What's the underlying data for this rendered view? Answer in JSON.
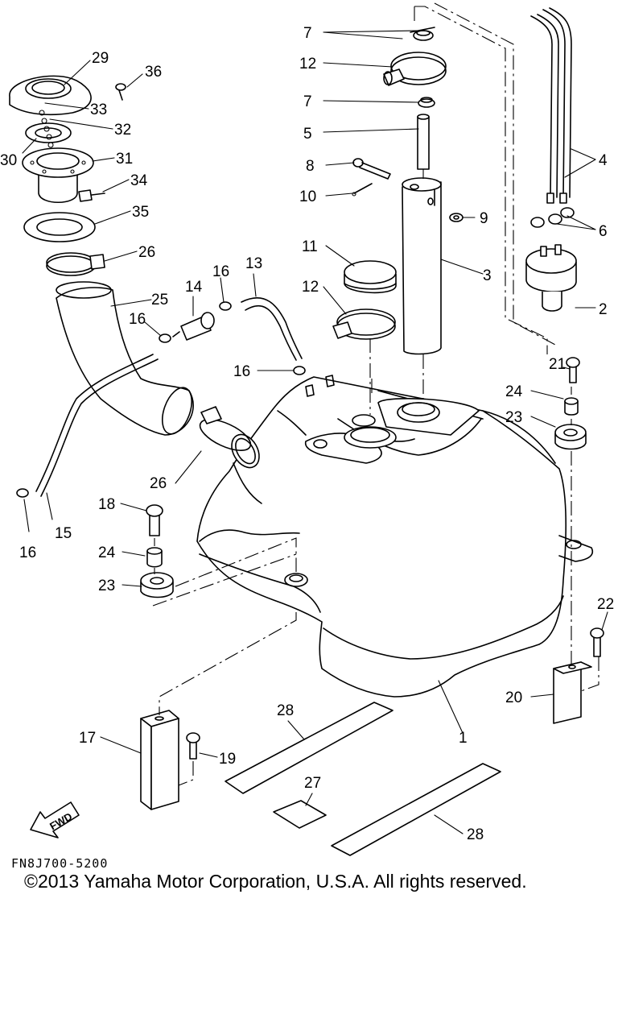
{
  "diagram": {
    "part_code": "FN8J700-5200",
    "copyright": "©2013 Yamaha Motor Corporation, U.S.A. All rights reserved.",
    "fwd_label": "FWD",
    "callouts": [
      {
        "id": "c7a",
        "label": "7"
      },
      {
        "id": "c12a",
        "label": "12"
      },
      {
        "id": "c7b",
        "label": "7"
      },
      {
        "id": "c5",
        "label": "5"
      },
      {
        "id": "c8",
        "label": "8"
      },
      {
        "id": "c10",
        "label": "10"
      },
      {
        "id": "c9",
        "label": "9"
      },
      {
        "id": "c11",
        "label": "11"
      },
      {
        "id": "c3",
        "label": "3"
      },
      {
        "id": "c12b",
        "label": "12"
      },
      {
        "id": "c4",
        "label": "4"
      },
      {
        "id": "c6",
        "label": "6"
      },
      {
        "id": "c2",
        "label": "2"
      },
      {
        "id": "c29",
        "label": "29"
      },
      {
        "id": "c36",
        "label": "36"
      },
      {
        "id": "c33",
        "label": "33"
      },
      {
        "id": "c32",
        "label": "32"
      },
      {
        "id": "c30",
        "label": "30"
      },
      {
        "id": "c31",
        "label": "31"
      },
      {
        "id": "c34",
        "label": "34"
      },
      {
        "id": "c35",
        "label": "35"
      },
      {
        "id": "c26a",
        "label": "26"
      },
      {
        "id": "c25",
        "label": "25"
      },
      {
        "id": "c14",
        "label": "14"
      },
      {
        "id": "c16a",
        "label": "16"
      },
      {
        "id": "c13",
        "label": "13"
      },
      {
        "id": "c16b",
        "label": "16"
      },
      {
        "id": "c16c",
        "label": "16"
      },
      {
        "id": "c21",
        "label": "21"
      },
      {
        "id": "c24a",
        "label": "24"
      },
      {
        "id": "c23a",
        "label": "23"
      },
      {
        "id": "c26b",
        "label": "26"
      },
      {
        "id": "c16d",
        "label": "16"
      },
      {
        "id": "c15",
        "label": "15"
      },
      {
        "id": "c18",
        "label": "18"
      },
      {
        "id": "c24b",
        "label": "24"
      },
      {
        "id": "c23b",
        "label": "23"
      },
      {
        "id": "c22",
        "label": "22"
      },
      {
        "id": "c20",
        "label": "20"
      },
      {
        "id": "c28a",
        "label": "28"
      },
      {
        "id": "c1",
        "label": "1"
      },
      {
        "id": "c17",
        "label": "17"
      },
      {
        "id": "c19",
        "label": "19"
      },
      {
        "id": "c27",
        "label": "27"
      },
      {
        "id": "c28b",
        "label": "28"
      }
    ]
  }
}
